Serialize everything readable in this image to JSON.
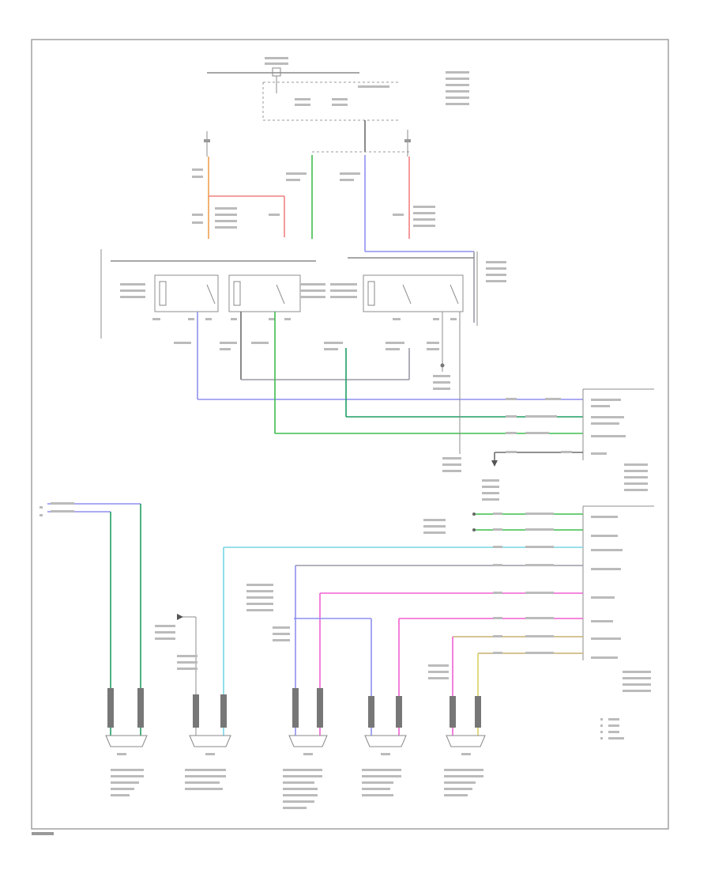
{
  "diagram": {
    "page_number": "",
    "top": {
      "fuse_panel_label": "",
      "ignition_label": "",
      "block_label": ""
    },
    "components": {
      "sensors": [
        {
          "id": "s1",
          "label": ""
        },
        {
          "id": "s2",
          "label": ""
        },
        {
          "id": "s3",
          "label": ""
        },
        {
          "id": "s4",
          "label": ""
        },
        {
          "id": "s5",
          "label": ""
        }
      ],
      "module_label": "",
      "legend": [
        "",
        "",
        "",
        ""
      ]
    },
    "colors": {
      "black": "#6d6d6d",
      "blue": "#8f8ff0",
      "green": "#3fbd4e",
      "dark_green": "#1f9e62",
      "red": "#f08080",
      "orange": "#f0a050",
      "pink": "#f060d0",
      "cyan": "#76d6e4",
      "tan": "#c6b070",
      "yellow": "#d8d060"
    }
  }
}
